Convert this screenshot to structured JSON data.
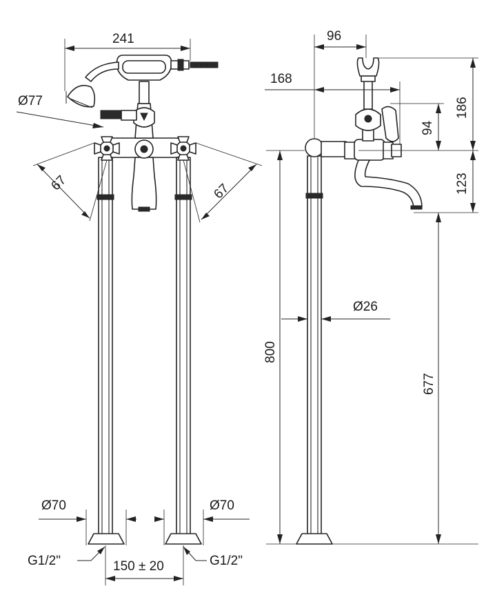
{
  "dimensions": {
    "front_width": "241",
    "handshower_dia": "Ø77",
    "handle_left": "67",
    "handle_right": "67",
    "base_left": "Ø70",
    "base_right": "Ø70",
    "thread_left": "G1/2\"",
    "thread_right": "G1/2\"",
    "centers": "150 ± 20",
    "side_depth": "96",
    "spout_reach": "168",
    "head_height": "186",
    "head_above_body": "94",
    "spout_drop": "123",
    "column_dia": "Ø26",
    "total_height": "800",
    "spout_height": "677"
  }
}
